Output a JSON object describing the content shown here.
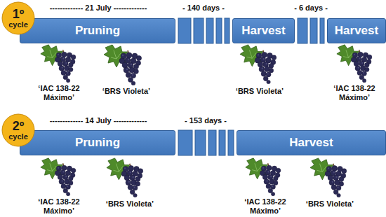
{
  "diagram": {
    "nodes": [
      {
        "text": [
          "1º",
          "cycle"
        ]
      },
      {
        "text": [
          "Pruning"
        ]
      },
      {
        "text": [
          "Harvest"
        ]
      },
      {
        "text": [
          "Harvest"
        ]
      },
      {
        "text": [
          "2º",
          "cycle"
        ]
      },
      {
        "text": [
          "Pruning"
        ]
      },
      {
        "text": [
          "Harvest"
        ]
      }
    ],
    "labels": [
      "------------- 21 July -------------",
      "- 140 days -",
      "- 6 days -",
      "‘IAC 138-22 Máximo’",
      "‘BRS Violeta’",
      "‘BRS Violeta’",
      "‘IAC 138-22 Máximo’",
      "------------- 14 July -------------",
      "- 153 days -",
      "‘IAC 138-22 Máximo’",
      "‘BRS Violeta’",
      "‘IAC 138-22 Máximo’",
      "‘BRS Violeta’"
    ]
  }
}
